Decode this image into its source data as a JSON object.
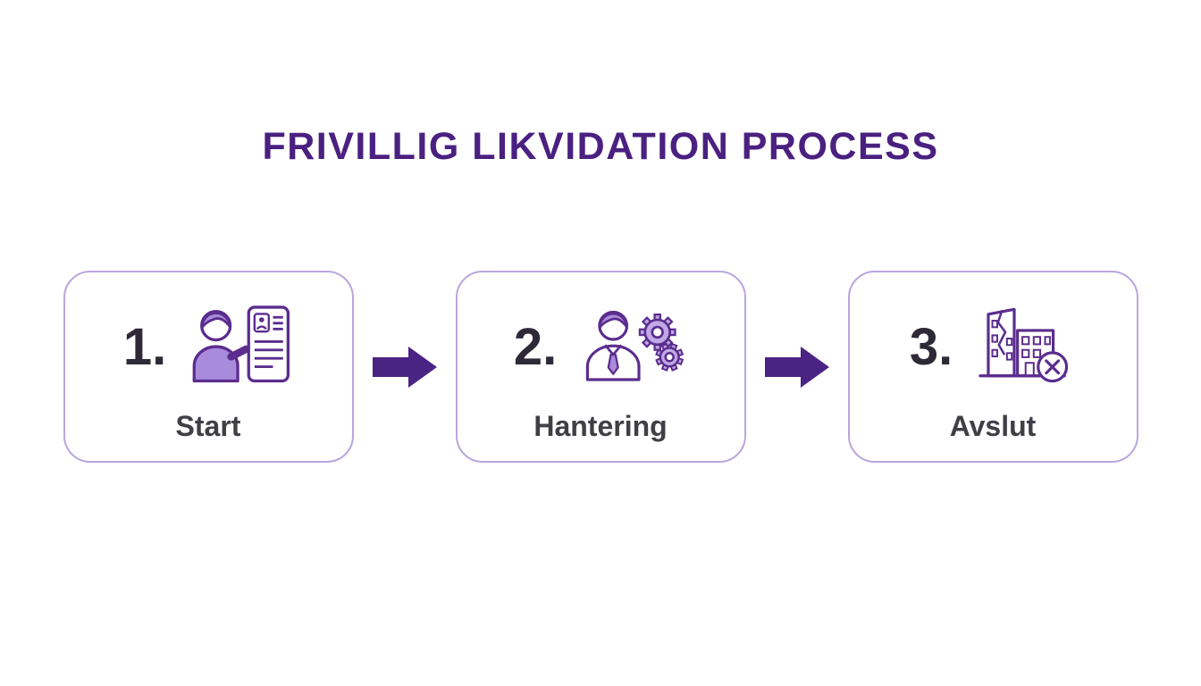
{
  "title": "FRIVILLIG LIKVIDATION PROCESS",
  "steps": [
    {
      "number": "1.",
      "label": "Start",
      "icon": "person-document-icon"
    },
    {
      "number": "2.",
      "label": "Hantering",
      "icon": "person-gears-icon"
    },
    {
      "number": "3.",
      "label": "Avslut",
      "icon": "building-closed-icon"
    }
  ],
  "arrow_icon": "arrow-right-icon",
  "colors": {
    "title": "#4a2080",
    "arrow": "#4b2383",
    "box_border": "#b9a6dd",
    "icon_fill": "#a98bdb",
    "icon_stroke": "#5b2d8e",
    "number": "#2e2936",
    "label": "#3f3f46"
  }
}
